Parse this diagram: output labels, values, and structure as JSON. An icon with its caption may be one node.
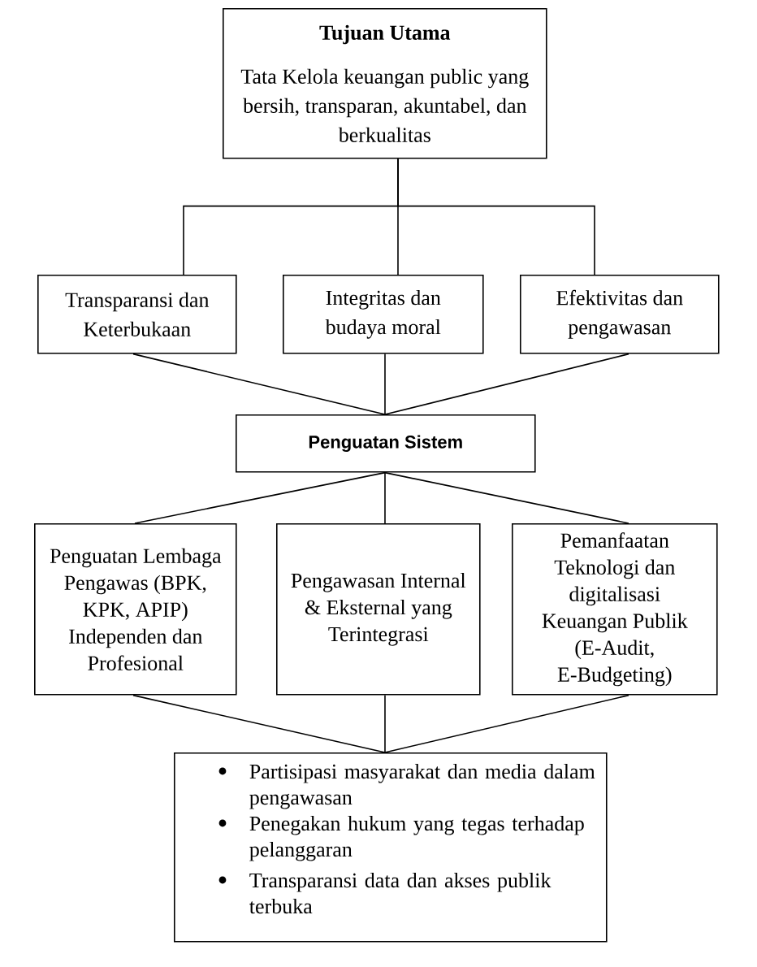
{
  "diagram": {
    "nodes": [
      {
        "text": [
          "Tujuan Utama",
          "Tata Kelola keuangan public yang bersih, transparan, akuntabel, dan berkualitas"
        ]
      },
      {
        "text": [
          "Transparansi dan Keterbukaan"
        ]
      },
      {
        "text": [
          "Integritas dan budaya moral"
        ]
      },
      {
        "text": [
          "Efektivitas dan pengawasan"
        ]
      },
      {
        "text": [
          "Penguatan Sistem"
        ]
      },
      {
        "text": [
          "Penguatan Lembaga Pengawas (BPK, KPK, APIP) Independen dan Profesional"
        ]
      },
      {
        "text": [
          "Pengawasan Internal & Eksternal yang Terintegrasi"
        ]
      },
      {
        "text": [
          "Pemanfaatan Teknologi dan digitalisasi Keuangan Publik (E-Audit, E-Budgeting)"
        ]
      },
      {
        "text": [
          "Partisipasi masyarakat dan media dalam pengawasan",
          "Penegakan hukum yang tegas terhadap pelanggaran",
          "Transparansi data dan akses publik terbuka"
        ]
      }
    ],
    "edges": [
      {
        "from": 0,
        "to": 1,
        "arrow": "none"
      },
      {
        "from": 0,
        "to": 2,
        "arrow": "none"
      },
      {
        "from": 0,
        "to": 3,
        "arrow": "none"
      },
      {
        "from": 1,
        "to": 4,
        "arrow": "none"
      },
      {
        "from": 2,
        "to": 4,
        "arrow": "none"
      },
      {
        "from": 3,
        "to": 4,
        "arrow": "none"
      },
      {
        "from": 4,
        "to": 5,
        "arrow": "none"
      },
      {
        "from": 4,
        "to": 6,
        "arrow": "none"
      },
      {
        "from": 4,
        "to": 7,
        "arrow": "none"
      },
      {
        "from": 5,
        "to": 8,
        "arrow": "none"
      },
      {
        "from": 6,
        "to": 8,
        "arrow": "none"
      },
      {
        "from": 7,
        "to": 8,
        "arrow": "none"
      }
    ]
  }
}
